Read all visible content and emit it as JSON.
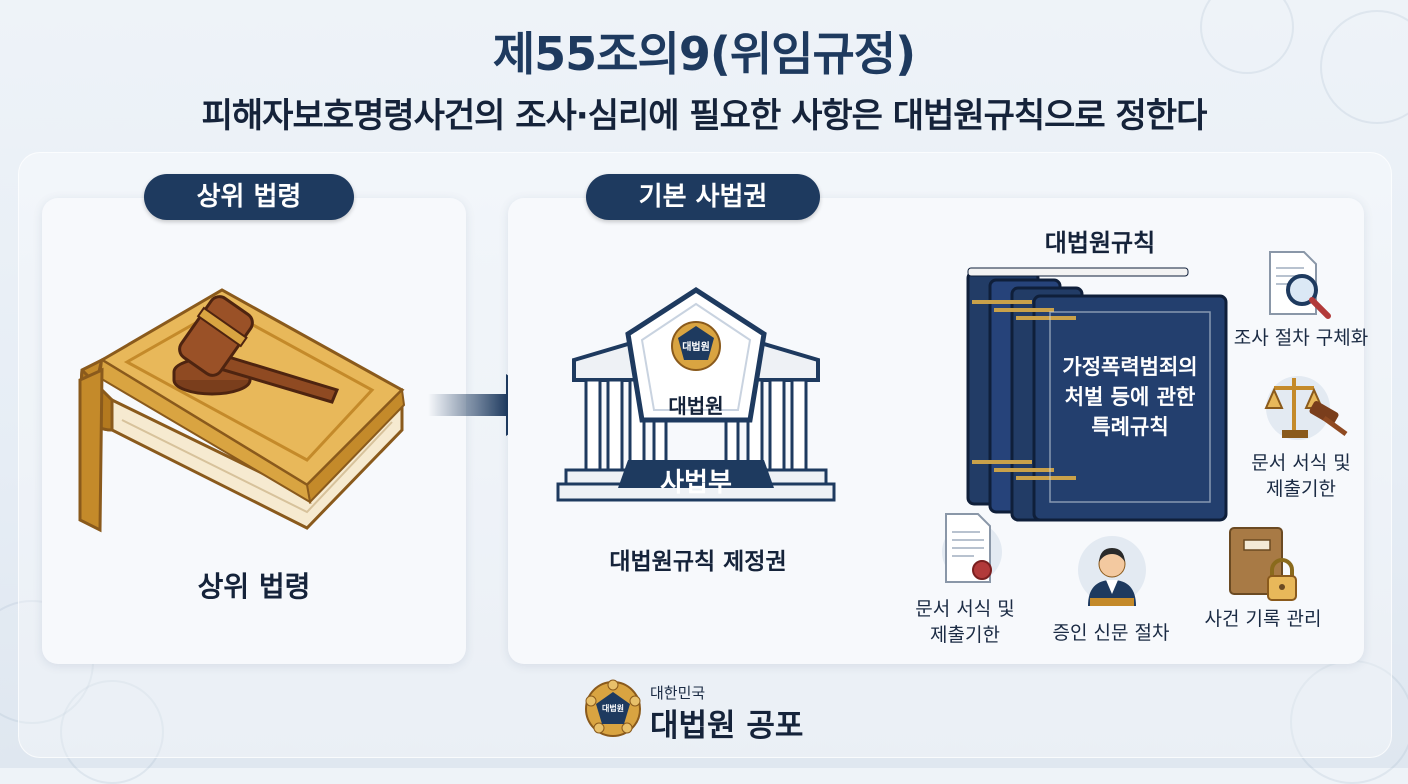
{
  "header": {
    "title": "제55조의9(위임규정)",
    "subtitle": "피해자보호명령사건의 조사·심리에 필요한 사항은 대법원규칙으로 정한다"
  },
  "left_panel": {
    "pill": "상위 법령",
    "caption": "상위 법령"
  },
  "middle_panel": {
    "pill": "기본 사법권",
    "emblem_text": "대법원",
    "shield_text": "대법원",
    "building_banner": "사법부",
    "caption": "대법원규칙 제정권"
  },
  "rules_section": {
    "heading": "대법원규칙",
    "book_title": [
      "가정폭력범죄의",
      "처벌 등에 관한",
      "특례규칙"
    ],
    "items": [
      {
        "icon": "magnifier-document-icon",
        "label": [
          "조사 절차 구체화"
        ]
      },
      {
        "icon": "scales-gavel-icon",
        "label": [
          "문서 서식 및",
          "제출기한"
        ]
      },
      {
        "icon": "certificate-document-icon",
        "label": [
          "문서 서식 및",
          "제출기한"
        ]
      },
      {
        "icon": "witness-person-icon",
        "label": [
          "증인 신문 절차"
        ]
      },
      {
        "icon": "locked-folder-icon",
        "label": [
          "사건 기록 관리"
        ]
      }
    ]
  },
  "footer": {
    "emblem_text": "대법원",
    "country": "대한민국",
    "org": "대법원 공포"
  },
  "colors": {
    "navy": "#1e3a5f",
    "gold": "#d9a441",
    "book_blue": "#233f6e"
  }
}
